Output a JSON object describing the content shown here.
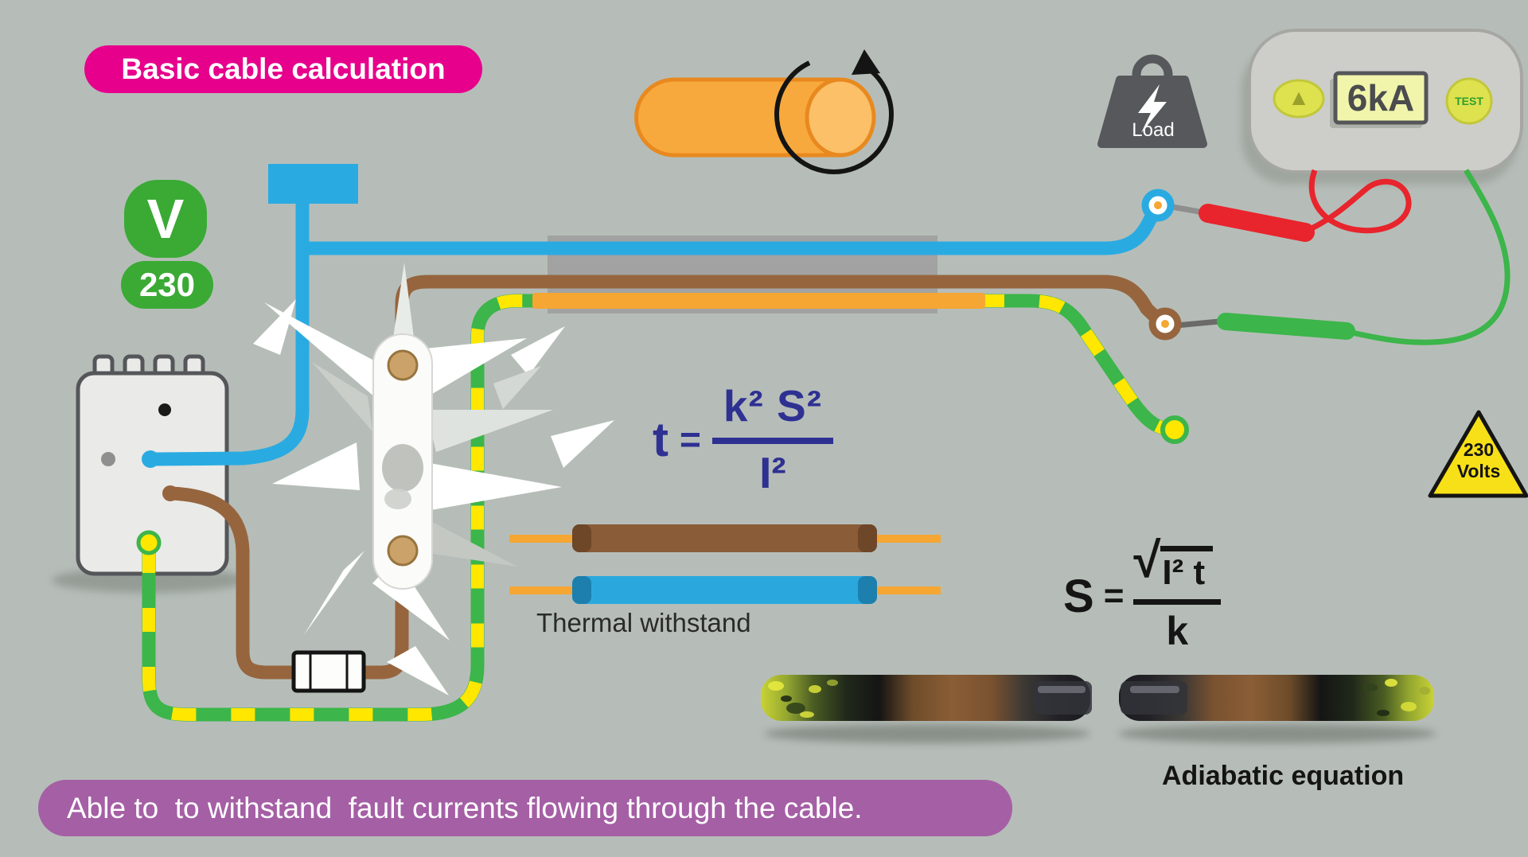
{
  "title": "Basic cable calculation",
  "voltage_badge": {
    "letter": "V",
    "value": "230"
  },
  "load": {
    "label": "Load"
  },
  "tester": {
    "display_value": "6kA",
    "up_button_glyph": "▲",
    "test_button_label": "TEST"
  },
  "warning_sign": {
    "value": "230",
    "unit": "Volts"
  },
  "thermal_formula": {
    "lhs": "t",
    "equals": "=",
    "numerator": "k² S²",
    "denominator": "I²"
  },
  "adiabatic_formula": {
    "lhs": "S",
    "equals": "=",
    "radical": "√",
    "radicand": "I² t",
    "denominator": "k"
  },
  "labels": {
    "thermal_withstand": "Thermal withstand",
    "adiabatic_equation": "Adiabatic equation"
  },
  "banner": {
    "text": "Able to  to withstand  fault currents flowing through the cable."
  },
  "colors": {
    "background": "#b6bdb8",
    "title_magenta": "#e6008c",
    "banner_purple": "#a55fa5",
    "badge_green": "#3aaa35",
    "wire_blue": "#29abe2",
    "wire_brown": "#96653e",
    "earth_green": "#3cb54a",
    "earth_yellow": "#ffe700",
    "copper_orange": "#f5a633",
    "formula_blue": "#2e3192",
    "warning_yellow": "#f7e017",
    "metal_gray": "#57585b"
  }
}
